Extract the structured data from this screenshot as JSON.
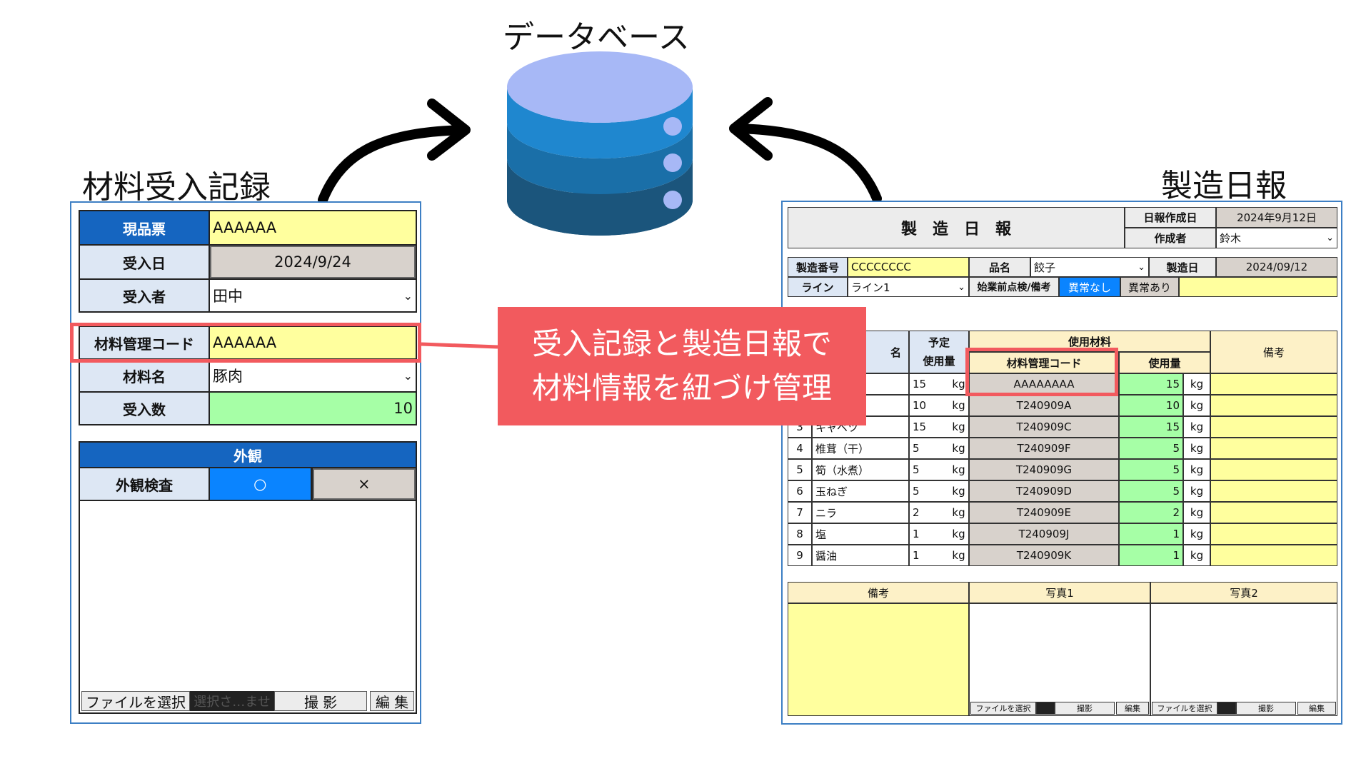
{
  "titles": {
    "database": "データベース",
    "left": "材料受入記録",
    "right": "製造日報"
  },
  "colors": {
    "db_top": "#a7b8f6",
    "db_layer1": "#1f87cf",
    "db_layer2": "#1a6fa8",
    "db_layer3": "#1b557c",
    "callout": "#f25a5e",
    "frame": "#3d7fc4"
  },
  "callout": {
    "line1": "受入記録と製造日報で",
    "line2": "材料情報を紐づけ管理"
  },
  "left_form": {
    "genpin_label": "現品票",
    "genpin_value": "AAAAAA",
    "date_label": "受入日",
    "date_value": "2024/9/24",
    "person_label": "受入者",
    "person_value": "田中",
    "code_label": "材料管理コード",
    "code_value": "AAAAAA",
    "material_label": "材料名",
    "material_value": "豚肉",
    "qty_label": "受入数",
    "qty_value": "10",
    "appearance_header": "外観",
    "inspection_label": "外観検査",
    "ok_label": "○",
    "ng_label": "×",
    "file_button": "ファイルを選択",
    "file_status": "選択さ…ませ",
    "shoot_button": "撮 影",
    "edit_button": "編 集"
  },
  "right_form": {
    "title": "製　造　日　報",
    "created_label": "日報作成日",
    "created_value": "2024年9月12日",
    "author_label": "作成者",
    "author_value": "鈴木",
    "lot_label": "製造番号",
    "lot_value": "CCCCCCCC",
    "product_label": "品名",
    "product_value": "餃子",
    "mfg_date_label": "製造日",
    "mfg_date_value": "2024/09/12",
    "line_label": "ライン",
    "line_value": "ライン1",
    "precheck_label": "始業前点検/備考",
    "no_issue": "異常なし",
    "issue": "異常あり",
    "col_name": "名",
    "col_plan_1": "予定",
    "col_plan_2": "使用量",
    "col_used_material": "使用材料",
    "col_code": "材料管理コード",
    "col_used": "使用量",
    "col_notes": "備考",
    "unit": "kg",
    "rows": [
      {
        "no": "",
        "name": "",
        "plan": "15",
        "code": "AAAAAAAA",
        "used": "15"
      },
      {
        "no": "",
        "name": "",
        "plan": "10",
        "code": "T240909A",
        "used": "10"
      },
      {
        "no": "3",
        "name": "キャベツ",
        "plan": "15",
        "code": "T240909C",
        "used": "15"
      },
      {
        "no": "4",
        "name": "椎茸（干）",
        "plan": "5",
        "code": "T240909F",
        "used": "5"
      },
      {
        "no": "5",
        "name": "筍（水煮）",
        "plan": "5",
        "code": "T240909G",
        "used": "5"
      },
      {
        "no": "6",
        "name": "玉ねぎ",
        "plan": "5",
        "code": "T240909D",
        "used": "5"
      },
      {
        "no": "7",
        "name": "ニラ",
        "plan": "2",
        "code": "T240909E",
        "used": "2"
      },
      {
        "no": "8",
        "name": "塩",
        "plan": "1",
        "code": "T240909J",
        "used": "1"
      },
      {
        "no": "9",
        "name": "醤油",
        "plan": "1",
        "code": "T240909K",
        "used": "1"
      }
    ],
    "bottom_notes": "備考",
    "photo1": "写真1",
    "photo2": "写真2",
    "file_button": "ファイルを選択",
    "shoot_button": "撮影",
    "edit_button": "編集"
  }
}
